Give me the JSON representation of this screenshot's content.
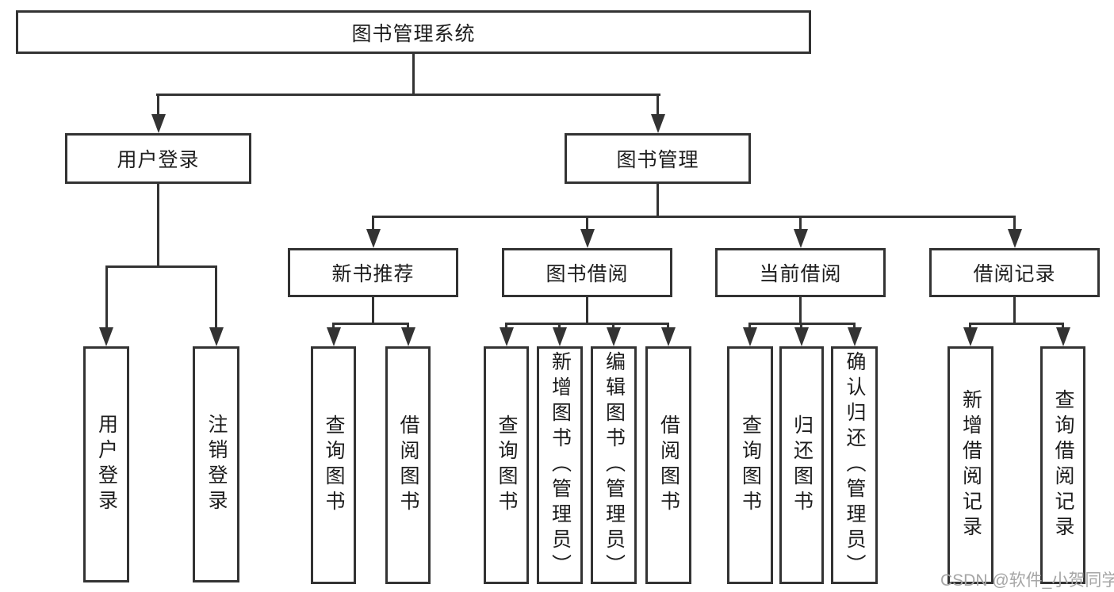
{
  "diagram": {
    "title": "图书管理系统",
    "type": "functional-structure-tree",
    "colors": {
      "line": "#333333",
      "text": "#1d1d1d",
      "background": "#ffffff",
      "watermark": "#a6a6a6"
    },
    "tree": {
      "root": {
        "label": "图书管理系统"
      },
      "branches": [
        {
          "label": "用户登录",
          "children": [
            {
              "label": "用户登录"
            },
            {
              "label": "注销登录"
            }
          ]
        },
        {
          "label": "图书管理",
          "children": [
            {
              "label": "新书推荐",
              "children": [
                {
                  "label": "查询图书"
                },
                {
                  "label": "借阅图书"
                }
              ]
            },
            {
              "label": "图书借阅",
              "children": [
                {
                  "label": "查询图书"
                },
                {
                  "label": "新增图书（管理员）"
                },
                {
                  "label": "编辑图书（管理员）"
                },
                {
                  "label": "借阅图书"
                }
              ]
            },
            {
              "label": "当前借阅",
              "children": [
                {
                  "label": "查询图书"
                },
                {
                  "label": "归还图书"
                },
                {
                  "label": "确认归还（管理员）"
                }
              ]
            },
            {
              "label": "借阅记录",
              "children": [
                {
                  "label": "新增借阅记录"
                },
                {
                  "label": "查询借阅记录"
                }
              ]
            }
          ]
        }
      ]
    },
    "watermark": {
      "text": "CSDN @软件_小贺同学"
    }
  }
}
